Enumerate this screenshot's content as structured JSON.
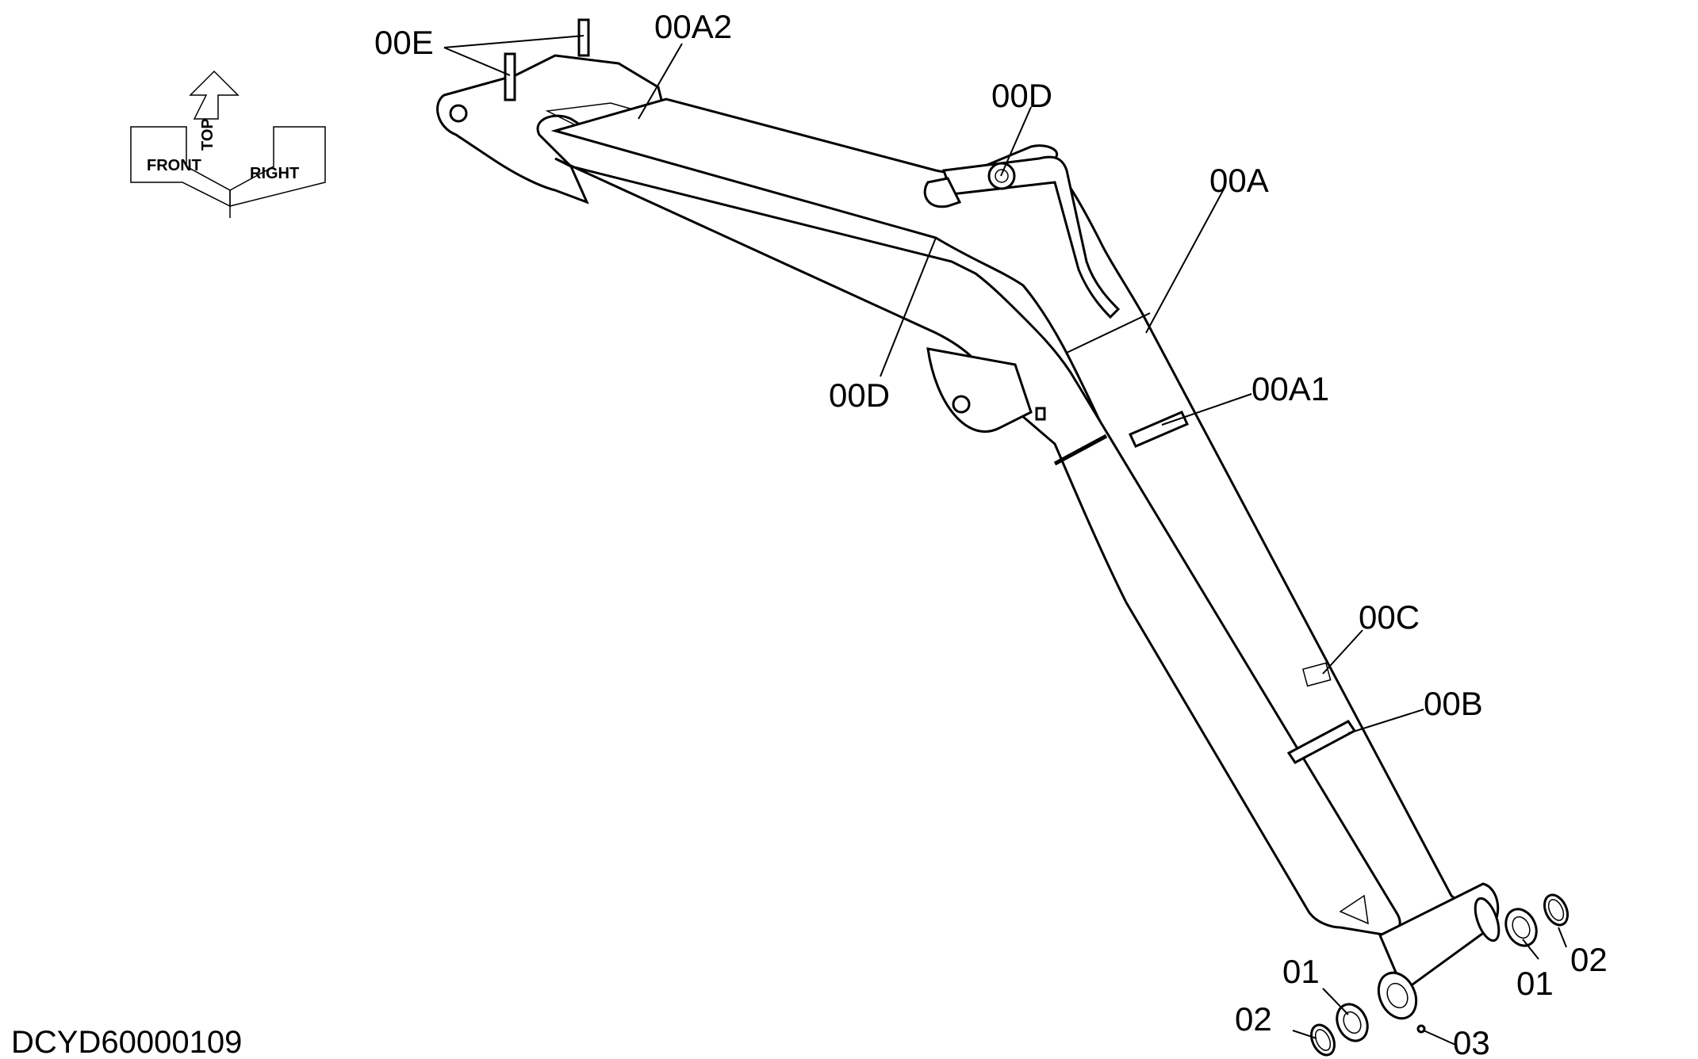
{
  "drawing_code": "DCYD60000109",
  "orientation": {
    "front": "FRONT",
    "top": "TOP",
    "right": "RIGHT"
  },
  "callouts": {
    "00E": "00E",
    "00A2": "00A2",
    "00D_top": "00D",
    "00A": "00A",
    "00D_side": "00D",
    "00A1": "00A1",
    "00C": "00C",
    "00B": "00B",
    "01_left": "01",
    "02_left": "02",
    "03": "03",
    "01_right": "01",
    "02_right": "02"
  },
  "colors": {
    "line": "#000000",
    "background": "#ffffff"
  }
}
